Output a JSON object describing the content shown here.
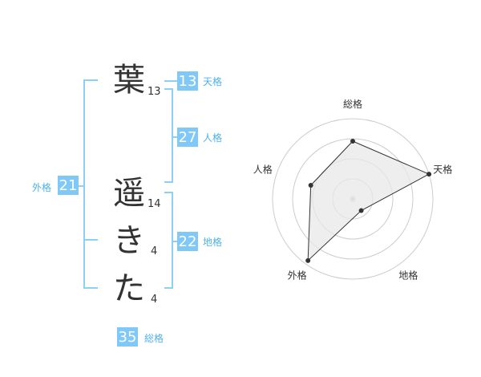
{
  "name": {
    "chars": [
      {
        "char": "葉",
        "strokes": "13"
      },
      {
        "char": "遥",
        "strokes": "14"
      },
      {
        "char": "き",
        "strokes": "4"
      },
      {
        "char": "た",
        "strokes": "4"
      }
    ]
  },
  "fortune": {
    "tenkaku": {
      "value": "13",
      "label": "天格"
    },
    "jinkaku": {
      "value": "27",
      "label": "人格"
    },
    "chikaku": {
      "value": "22",
      "label": "地格"
    },
    "gaikaku": {
      "value": "21",
      "label": "外格"
    },
    "soukaku": {
      "value": "35",
      "label": "総格"
    }
  },
  "chart_data": {
    "type": "radar",
    "axes": [
      "総格",
      "天格",
      "地格",
      "外格",
      "人格"
    ],
    "values": [
      0.72,
      1.0,
      0.18,
      0.95,
      0.55
    ],
    "rings": 4,
    "colors": {
      "fill": "#e8e8e8",
      "stroke": "#333333",
      "grid": "#cccccc"
    }
  },
  "colors": {
    "accent": "#7fc8f8",
    "label": "#4fb0ee"
  }
}
